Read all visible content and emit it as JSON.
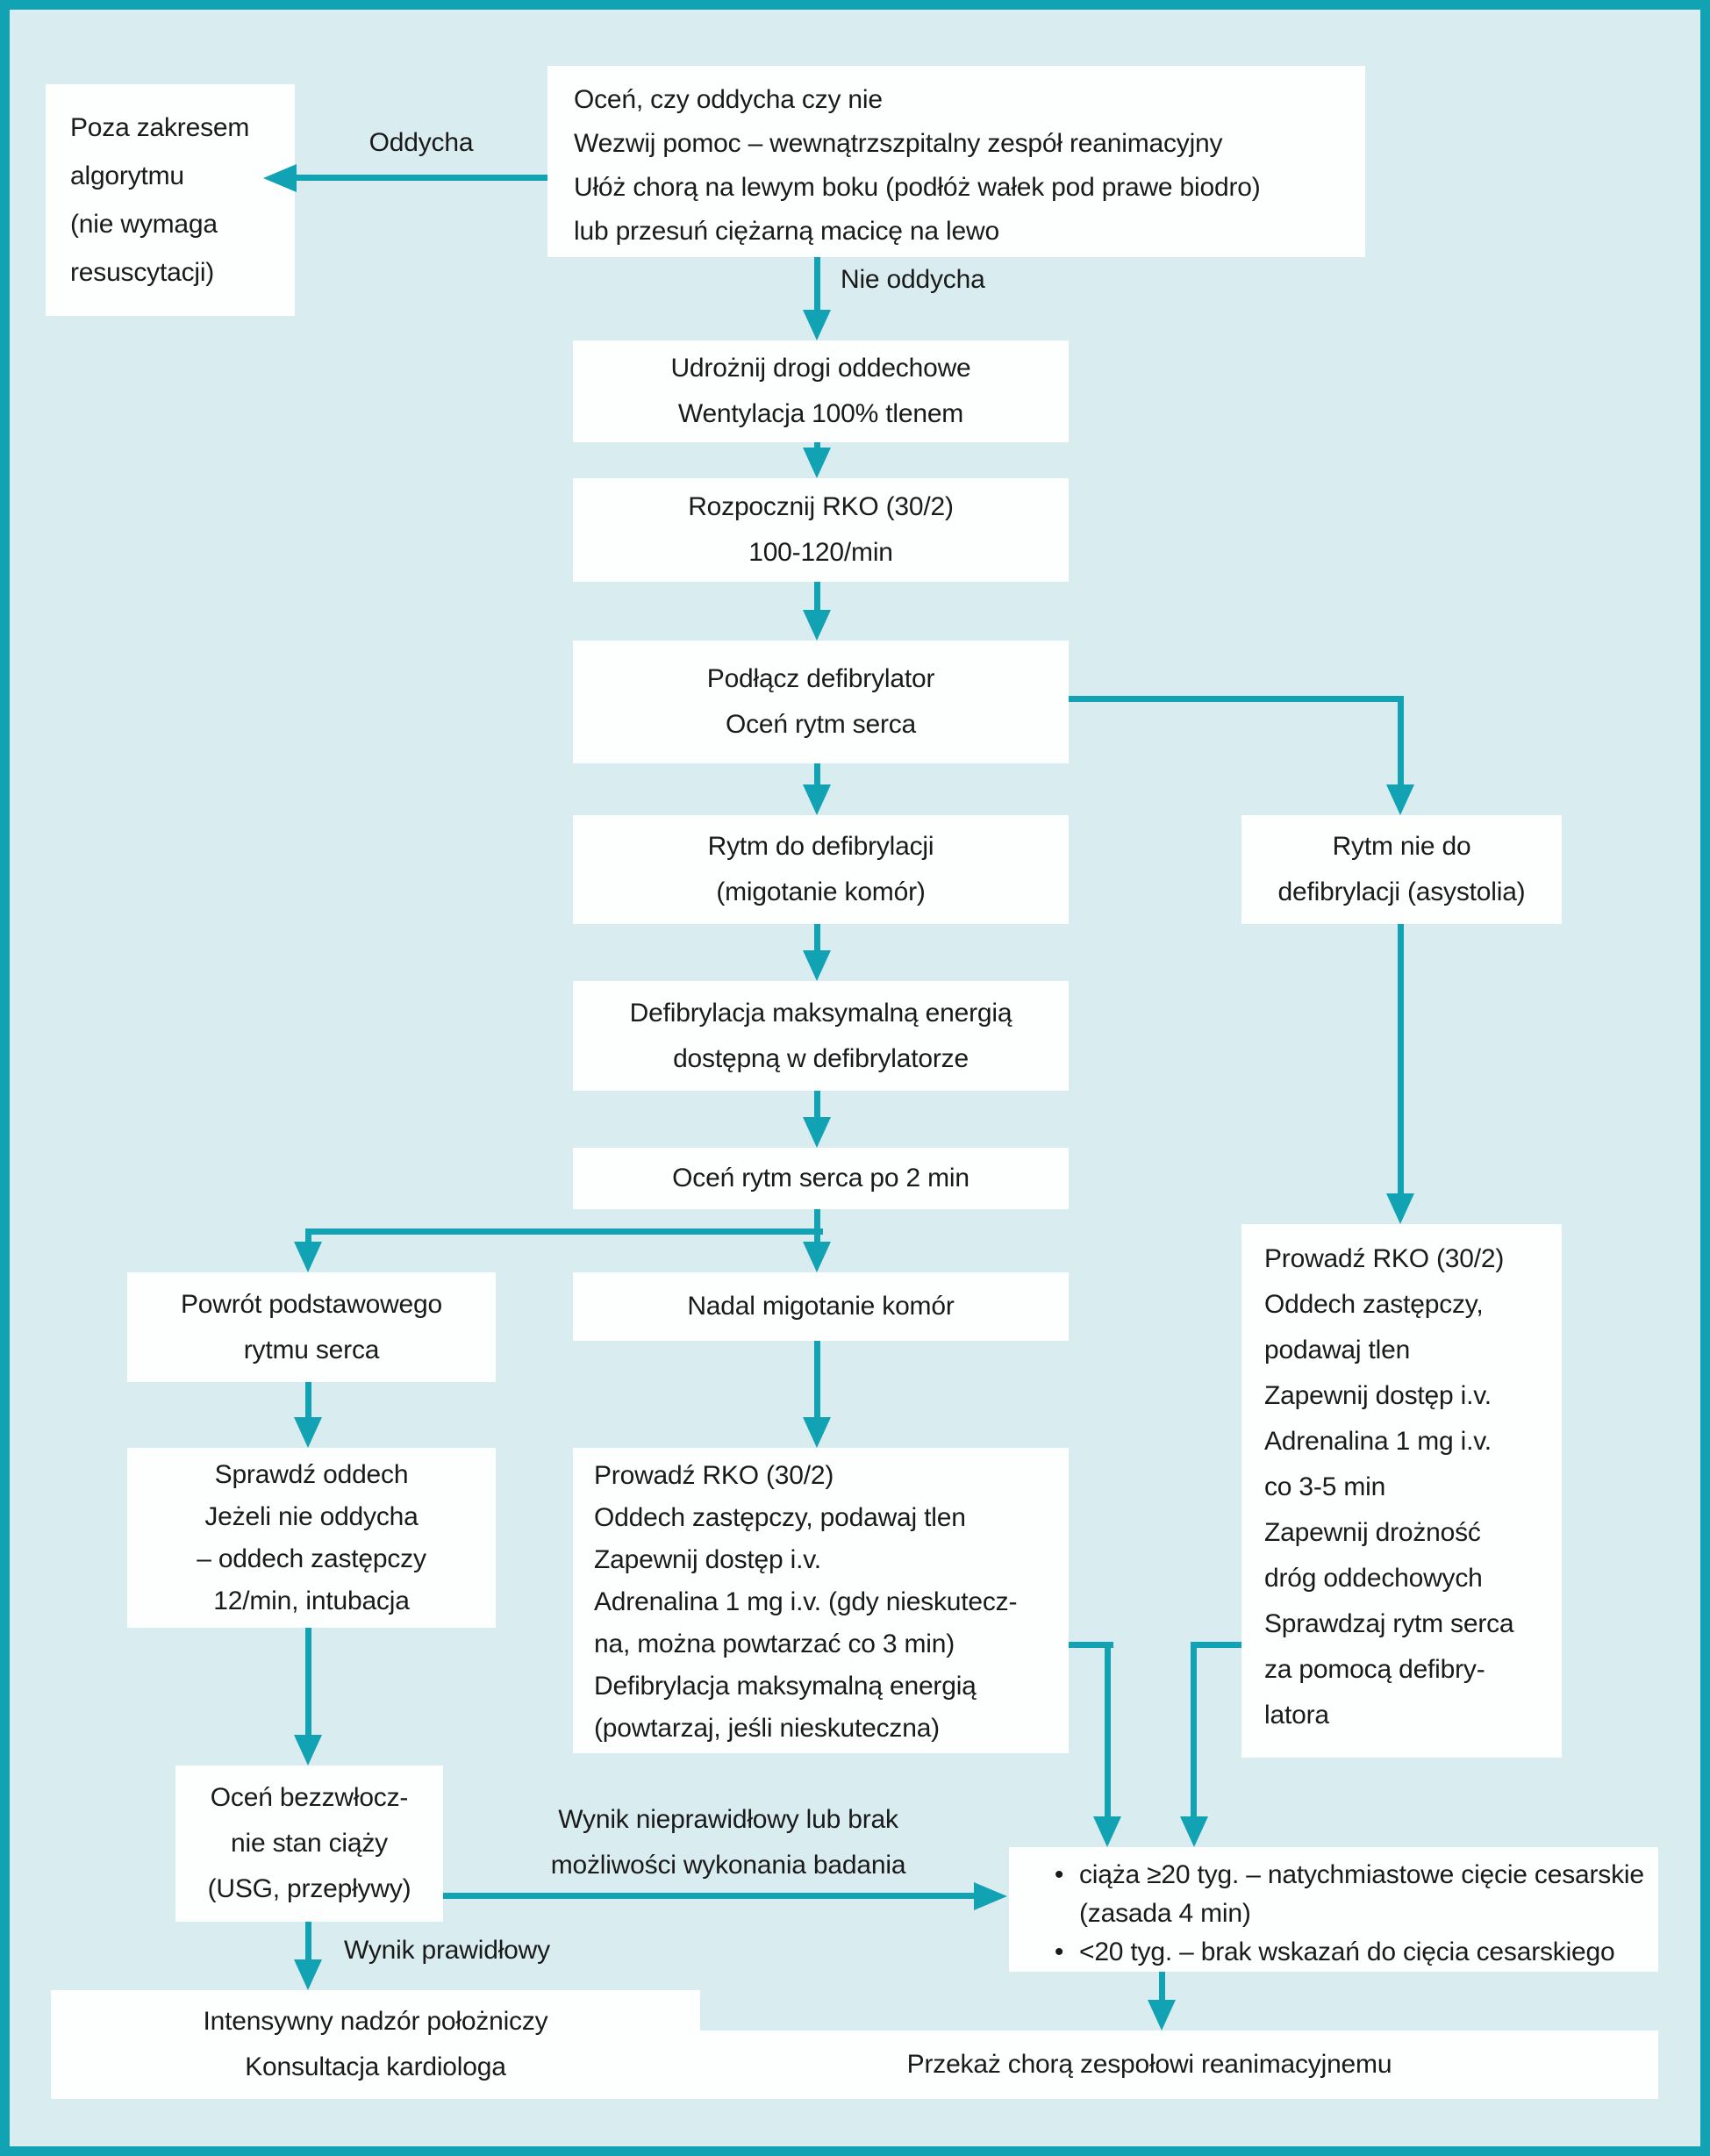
{
  "title": "Algorytm resuscytacji ciężarnej (schemat)",
  "colors": {
    "accent": "#11a2b4",
    "background": "#d9edf0",
    "box_fill": "#fdfefe",
    "text": "#1a1a1a"
  },
  "glyphs": {
    "bullet": "•"
  },
  "boxes": {
    "assess_top": {
      "text": "Oceń, czy oddycha czy nie\nWezwij pomoc – wewnątrzszpitalny zespół reanimacyjny\nUłóż chorą na lewym boku (podłóż wałek pod prawe biodro)\nlub przesuń ciężarną macicę na lewo"
    },
    "out_of_scope": {
      "text": "Poza zakresem\nalgorytmu\n(nie wymaga\nresuscytacji)"
    },
    "airway": {
      "text": "Udrożnij drogi oddechowe\nWentylacja 100% tlenem"
    },
    "cpr_start": {
      "text": "Rozpocznij RKO (30/2)\n100-120/min"
    },
    "defib_connect": {
      "text": "Podłącz defibrylator\nOceń rytm serca"
    },
    "shockable": {
      "text": "Rytm do defibrylacji\n(migotanie komór)"
    },
    "nonshockable": {
      "text": "Rytm nie do\ndefibrylacji (asystolia)"
    },
    "defib_max": {
      "text": "Defibrylacja maksymalną energią\ndostępną w defibrylatorze"
    },
    "rhythm_2min": {
      "text": "Oceń rytm serca po 2 min"
    },
    "rosc": {
      "text": "Powrót podstawowego\nrytmu serca"
    },
    "vf_persist": {
      "text": "Nadal migotanie komór"
    },
    "check_breath": {
      "text": "Sprawdź oddech\nJeżeli nie oddycha\n– oddech zastępczy\n12/min, intubacja"
    },
    "cpr_mid": {
      "text": "Prowadź RKO (30/2)\nOddech zastępczy, podawaj tlen\nZapewnij dostęp i.v.\nAdrenalina 1 mg i.v. (gdy nieskutecz-\nna, można powtarzać co 3 min)\nDefibrylacja maksymalną energią\n(powtarzaj, jeśli nieskuteczna)"
    },
    "cpr_right": {
      "text": "Prowadź RKO (30/2)\nOddech zastępczy,\npodawaj tlen\nZapewnij dostęp i.v.\nAdrenalina 1 mg i.v.\nco 3-5 min\nZapewnij drożność\ndróg oddechowych\nSprawdzaj rytm serca\nza pomocą defibry-\nlatora"
    },
    "pregnancy": {
      "text": "Oceń bezzwłocz-\nnie stan ciąży\n(USG, przepływy)"
    },
    "obstetric": {
      "text": "Intensywny nadzór położniczy\nKonsultacja kardiologa"
    },
    "decision": {
      "items": [
        "ciąża ≥20 tyg. – natychmiastowe cięcie cesarskie (zasada 4 min)",
        "<20 tyg. – brak wskazań do cięcia cesarskiego"
      ]
    },
    "handover": {
      "text": "Przekaż chorą zespołowi reanimacyjnemu"
    }
  },
  "labels": {
    "breathing": "Oddycha",
    "not_breathing": "Nie oddycha",
    "abnormal_result": "Wynik nieprawidłowy lub brak\nmożliwości wykonania badania",
    "normal_result": "Wynik prawidłowy"
  }
}
